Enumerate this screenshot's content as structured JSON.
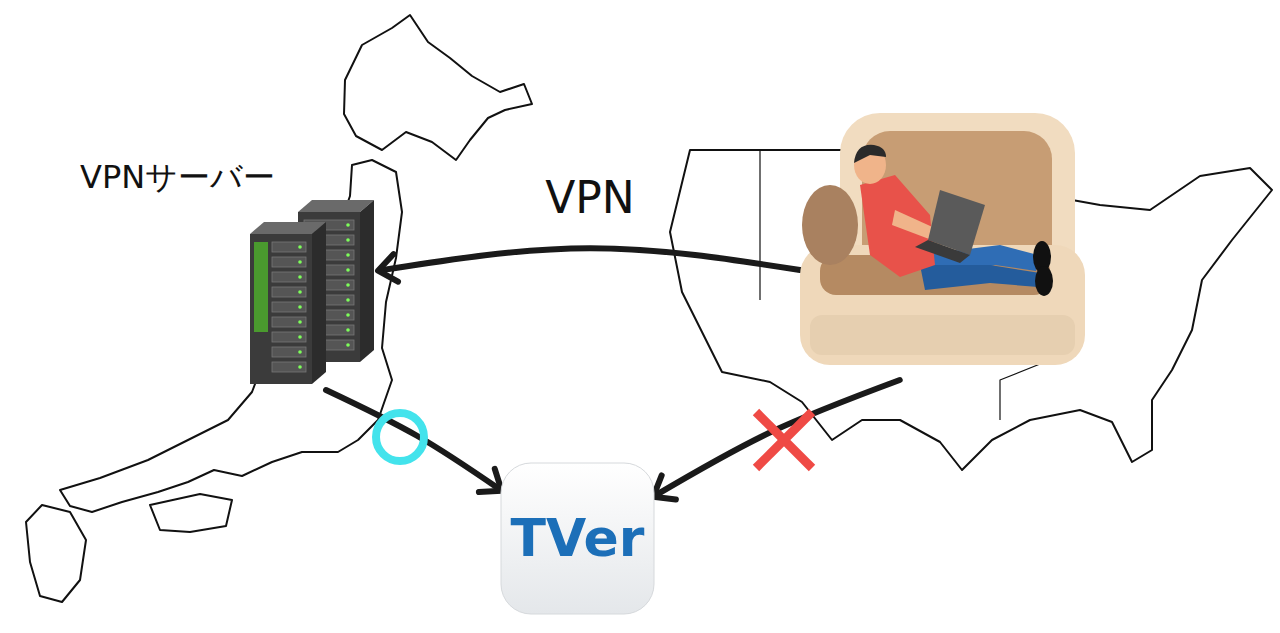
{
  "diagram": {
    "nodes": [
      {
        "text": [
          "VPNサーバー"
        ]
      },
      {
        "text": []
      },
      {
        "text": [
          "TVer"
        ]
      }
    ],
    "edges": [
      {
        "from": 1,
        "to": 0,
        "arrow": "to",
        "label": "VPN"
      },
      {
        "from": 0,
        "to": 2,
        "arrow": "to"
      },
      {
        "from": 1,
        "to": 2,
        "arrow": "to"
      }
    ]
  }
}
